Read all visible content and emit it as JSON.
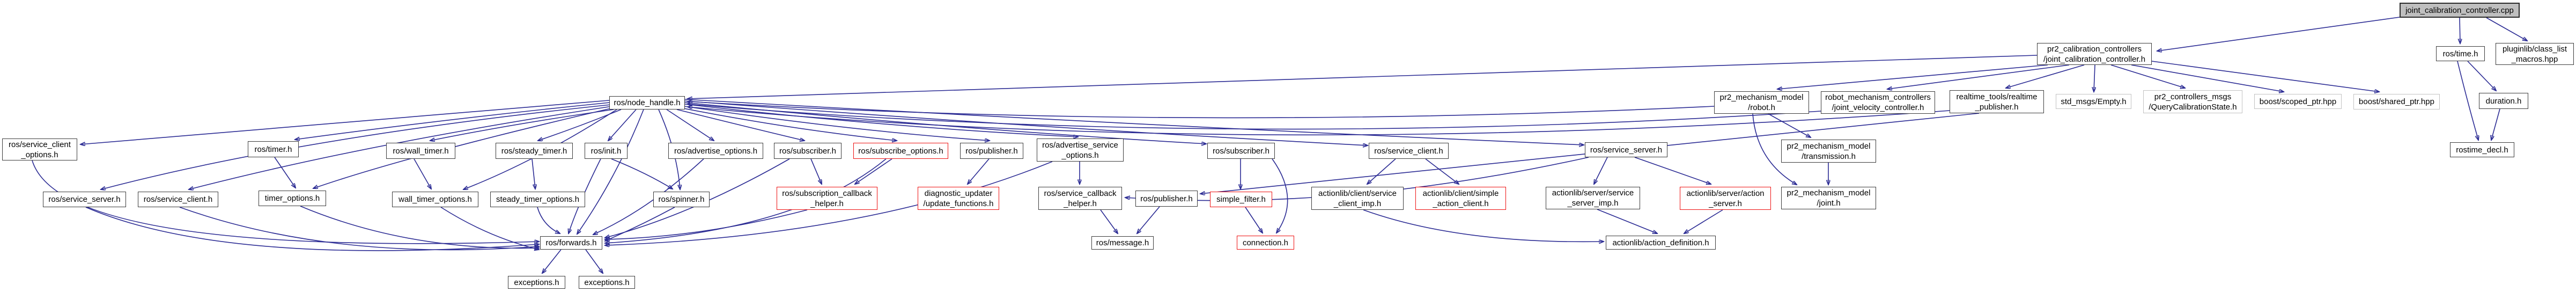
{
  "graph": {
    "type": "doxygen-include-dependency-graph",
    "root_file": "joint_calibration_controller.cpp"
  },
  "colors": {
    "background": "#ffffff",
    "edge": "#2c2c94",
    "node_fill": "#ffffff",
    "node_border": "#3c3c3c",
    "truncated_border": "#ee1111",
    "external_border": "#c2c2c2",
    "root_fill": "#bfbfbf",
    "text": "#000000"
  },
  "nodes": [
    {
      "id": "n0",
      "label": "joint_calibration_controller.cpp",
      "lines": [
        "joint_calibration_controller.cpp"
      ],
      "category": "root"
    },
    {
      "id": "n1",
      "label": "pr2_calibration_controllers/joint_calibration_controller.h",
      "lines": [
        "pr2_calibration_controllers",
        "/joint_calibration_controller.h"
      ],
      "category": "header"
    },
    {
      "id": "n2",
      "label": "ros/time.h",
      "lines": [
        "ros/time.h"
      ],
      "category": "header"
    },
    {
      "id": "n3",
      "label": "pluginlib/class_list_macros.hpp",
      "lines": [
        "pluginlib/class_list",
        "_macros.hpp"
      ],
      "category": "header"
    },
    {
      "id": "n4",
      "label": "duration.h",
      "lines": [
        "duration.h"
      ],
      "category": "header"
    },
    {
      "id": "n5",
      "label": "rostime_decl.h",
      "lines": [
        "rostime_decl.h"
      ],
      "category": "header"
    },
    {
      "id": "n6",
      "label": "pr2_mechanism_model/robot.h",
      "lines": [
        "pr2_mechanism_model",
        "/robot.h"
      ],
      "category": "header"
    },
    {
      "id": "n7",
      "label": "robot_mechanism_controllers/joint_velocity_controller.h",
      "lines": [
        "robot_mechanism_controllers",
        "/joint_velocity_controller.h"
      ],
      "category": "header"
    },
    {
      "id": "n8",
      "label": "realtime_tools/realtime_publisher.h",
      "lines": [
        "realtime_tools/realtime",
        "_publisher.h"
      ],
      "category": "header"
    },
    {
      "id": "n9",
      "label": "std_msgs/Empty.h",
      "lines": [
        "std_msgs/Empty.h"
      ],
      "category": "external"
    },
    {
      "id": "n10",
      "label": "pr2_controllers_msgs/QueryCalibrationState.h",
      "lines": [
        "pr2_controllers_msgs",
        "/QueryCalibrationState.h"
      ],
      "category": "external"
    },
    {
      "id": "n11",
      "label": "boost/scoped_ptr.hpp",
      "lines": [
        "boost/scoped_ptr.hpp"
      ],
      "category": "external"
    },
    {
      "id": "n12",
      "label": "boost/shared_ptr.hpp",
      "lines": [
        "boost/shared_ptr.hpp"
      ],
      "category": "external"
    },
    {
      "id": "n13",
      "label": "ros/node_handle.h",
      "lines": [
        "ros/node_handle.h"
      ],
      "category": "header"
    },
    {
      "id": "n14",
      "label": "pr2_mechanism_model/transmission.h",
      "lines": [
        "pr2_mechanism_model",
        "/transmission.h"
      ],
      "category": "header"
    },
    {
      "id": "n15",
      "label": "pr2_mechanism_model/joint.h",
      "lines": [
        "pr2_mechanism_model",
        "/joint.h"
      ],
      "category": "header"
    },
    {
      "id": "n16",
      "label": "ros/service_client_options.h",
      "lines": [
        "ros/service_client",
        "_options.h"
      ],
      "category": "header"
    },
    {
      "id": "n17",
      "label": "ros/timer.h",
      "lines": [
        "ros/timer.h"
      ],
      "category": "header"
    },
    {
      "id": "n18",
      "label": "ros/wall_timer.h",
      "lines": [
        "ros/wall_timer.h"
      ],
      "category": "header"
    },
    {
      "id": "n19",
      "label": "ros/steady_timer.h",
      "lines": [
        "ros/steady_timer.h"
      ],
      "category": "header"
    },
    {
      "id": "n20",
      "label": "ros/init.h",
      "lines": [
        "ros/init.h"
      ],
      "category": "header"
    },
    {
      "id": "n21",
      "label": "ros/advertise_options.h",
      "lines": [
        "ros/advertise_options.h"
      ],
      "category": "header"
    },
    {
      "id": "n22",
      "label": "ros/subscriber.h",
      "lines": [
        "ros/subscriber.h"
      ],
      "category": "header"
    },
    {
      "id": "n23",
      "label": "ros/subscribe_options.h",
      "lines": [
        "ros/subscribe_options.h"
      ],
      "category": "truncated"
    },
    {
      "id": "n24",
      "label": "ros/publisher.h",
      "lines": [
        "ros/publisher.h"
      ],
      "category": "header"
    },
    {
      "id": "n25",
      "label": "ros/advertise_service_options.h",
      "lines": [
        "ros/advertise_service",
        "_options.h"
      ],
      "category": "header"
    },
    {
      "id": "n26",
      "label": "ros/subscriber.h",
      "lines": [
        "ros/subscriber.h"
      ],
      "category": "header"
    },
    {
      "id": "n27",
      "label": "ros/service_client.h",
      "lines": [
        "ros/service_client.h"
      ],
      "category": "header"
    },
    {
      "id": "n28",
      "label": "ros/service_server.h",
      "lines": [
        "ros/service_server.h"
      ],
      "category": "header"
    },
    {
      "id": "n29",
      "label": "ros/service_server.h",
      "lines": [
        "ros/service_server.h"
      ],
      "category": "header"
    },
    {
      "id": "n30",
      "label": "ros/service_client.h",
      "lines": [
        "ros/service_client.h"
      ],
      "category": "header"
    },
    {
      "id": "n31",
      "label": "timer_options.h",
      "lines": [
        "timer_options.h"
      ],
      "category": "header"
    },
    {
      "id": "n32",
      "label": "wall_timer_options.h",
      "lines": [
        "wall_timer_options.h"
      ],
      "category": "header"
    },
    {
      "id": "n33",
      "label": "steady_timer_options.h",
      "lines": [
        "steady_timer_options.h"
      ],
      "category": "header"
    },
    {
      "id": "n34",
      "label": "ros/spinner.h",
      "lines": [
        "ros/spinner.h"
      ],
      "category": "header"
    },
    {
      "id": "n35",
      "label": "ros/subscription_callback_helper.h",
      "lines": [
        "ros/subscription_callback",
        "_helper.h"
      ],
      "category": "truncated"
    },
    {
      "id": "n36",
      "label": "diagnostic_updater/update_functions.h",
      "lines": [
        "diagnostic_updater",
        "/update_functions.h"
      ],
      "category": "truncated"
    },
    {
      "id": "n37",
      "label": "ros/service_callback_helper.h",
      "lines": [
        "ros/service_callback",
        "_helper.h"
      ],
      "category": "header"
    },
    {
      "id": "n38",
      "label": "ros/publisher.h",
      "lines": [
        "ros/publisher.h"
      ],
      "category": "header"
    },
    {
      "id": "n39",
      "label": "simple_filter.h",
      "lines": [
        "simple_filter.h"
      ],
      "category": "truncated"
    },
    {
      "id": "n40",
      "label": "actionlib/client/service_client_imp.h",
      "lines": [
        "actionlib/client/service",
        "_client_imp.h"
      ],
      "category": "header"
    },
    {
      "id": "n41",
      "label": "actionlib/client/simple_action_client.h",
      "lines": [
        "actionlib/client/simple",
        "_action_client.h"
      ],
      "category": "truncated"
    },
    {
      "id": "n42",
      "label": "actionlib/server/service_server_imp.h",
      "lines": [
        "actionlib/server/service",
        "_server_imp.h"
      ],
      "category": "header"
    },
    {
      "id": "n43",
      "label": "actionlib/server/action_server.h",
      "lines": [
        "actionlib/server/action",
        "_server.h"
      ],
      "category": "truncated"
    },
    {
      "id": "n44",
      "label": "ros/forwards.h",
      "lines": [
        "ros/forwards.h"
      ],
      "category": "header"
    },
    {
      "id": "n45",
      "label": "ros/message.h",
      "lines": [
        "ros/message.h"
      ],
      "category": "header"
    },
    {
      "id": "n46",
      "label": "connection.h",
      "lines": [
        "connection.h"
      ],
      "category": "truncated"
    },
    {
      "id": "n47",
      "label": "actionlib/action_definition.h",
      "lines": [
        "actionlib/action_definition.h"
      ],
      "category": "header"
    },
    {
      "id": "n48",
      "label": "exceptions.h",
      "lines": [
        "exceptions.h"
      ],
      "category": "header"
    },
    {
      "id": "n49",
      "label": "exceptions.h",
      "lines": [
        "exceptions.h"
      ],
      "category": "header"
    }
  ]
}
